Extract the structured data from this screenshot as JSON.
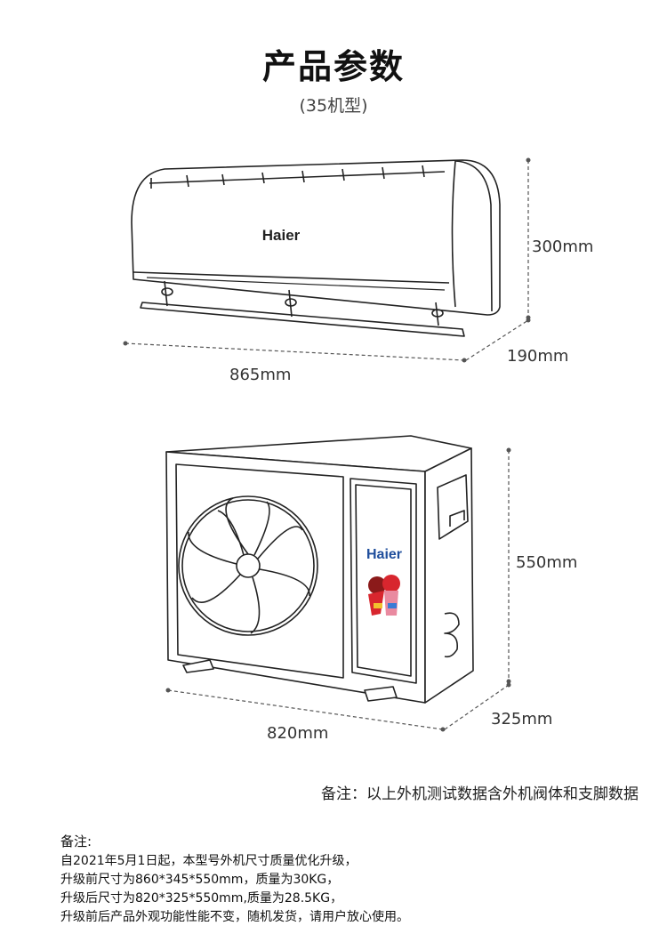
{
  "header": {
    "title": "产品参数",
    "subtitle": "(35机型)"
  },
  "indoor_unit": {
    "brand": "Haier",
    "height": "300mm",
    "depth": "190mm",
    "width": "865mm"
  },
  "outdoor_unit": {
    "brand": "Haier",
    "height": "550mm",
    "depth": "325mm",
    "width": "820mm"
  },
  "note": "备注：以上外机测试数据含外机阀体和支脚数据",
  "remarks": {
    "label": "备注:",
    "lines": [
      "自2021年5月1日起，本型号外机尺寸质量优化升级，",
      "升级前尺寸为860*345*550mm，质量为30KG，",
      "升级后尺寸为820*325*550mm,质量为28.5KG，",
      "升级前后产品外观功能性能不变，随机发货，请用户放心使用。"
    ]
  },
  "colors": {
    "line": "#222222",
    "dim_line": "#555555",
    "brand_blue": "#1f4e9c",
    "mascot_red": "#d8262e"
  }
}
